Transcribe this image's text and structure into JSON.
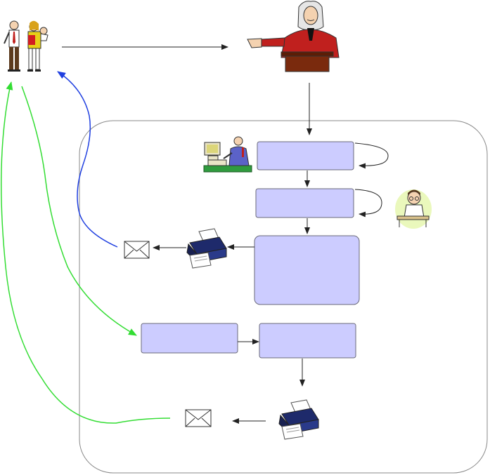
{
  "diagram": {
    "nodes": [
      {
        "id": "box-1",
        "label": ""
      },
      {
        "id": "box-2",
        "label": ""
      },
      {
        "id": "box-3",
        "label": ""
      },
      {
        "id": "box-4",
        "label": ""
      },
      {
        "id": "box-5",
        "label": ""
      }
    ],
    "colors": {
      "box_fill": "#ccccff",
      "box_border": "#6a6a7a",
      "arrow_black": "#222222",
      "arrow_blue": "#1f3fe0",
      "arrow_green": "#33dd33",
      "container_border": "#888888"
    },
    "icons": [
      "family-icon",
      "judge-icon",
      "clerk-at-computer-icon",
      "reviewer-icon",
      "printer-icon",
      "envelope-icon"
    ]
  }
}
